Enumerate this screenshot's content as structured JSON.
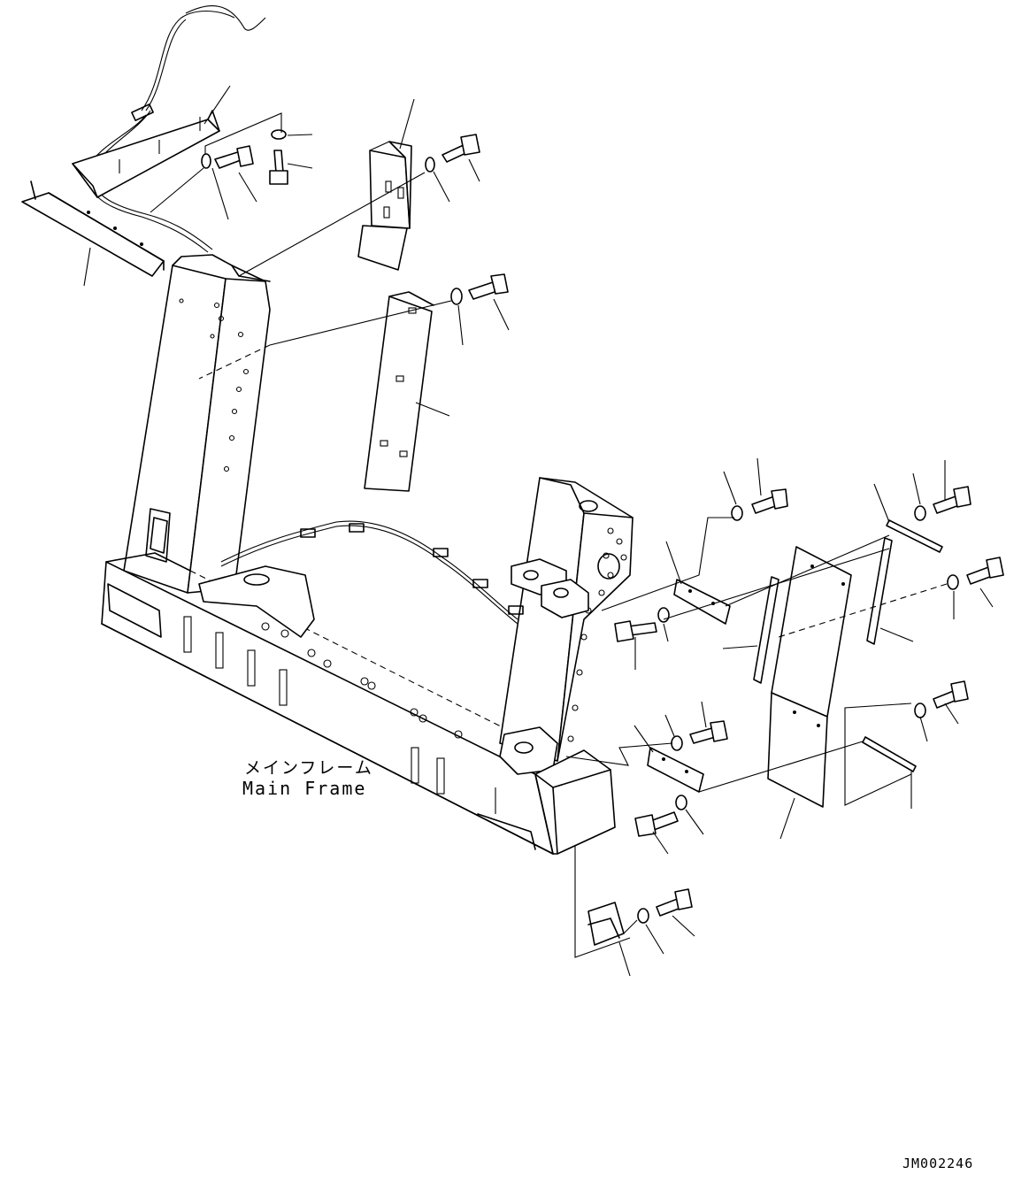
{
  "diagram": {
    "main_frame_label_jp": "メインフレーム",
    "main_frame_label_en": "Main Frame",
    "drawing_id": "JM002246"
  }
}
